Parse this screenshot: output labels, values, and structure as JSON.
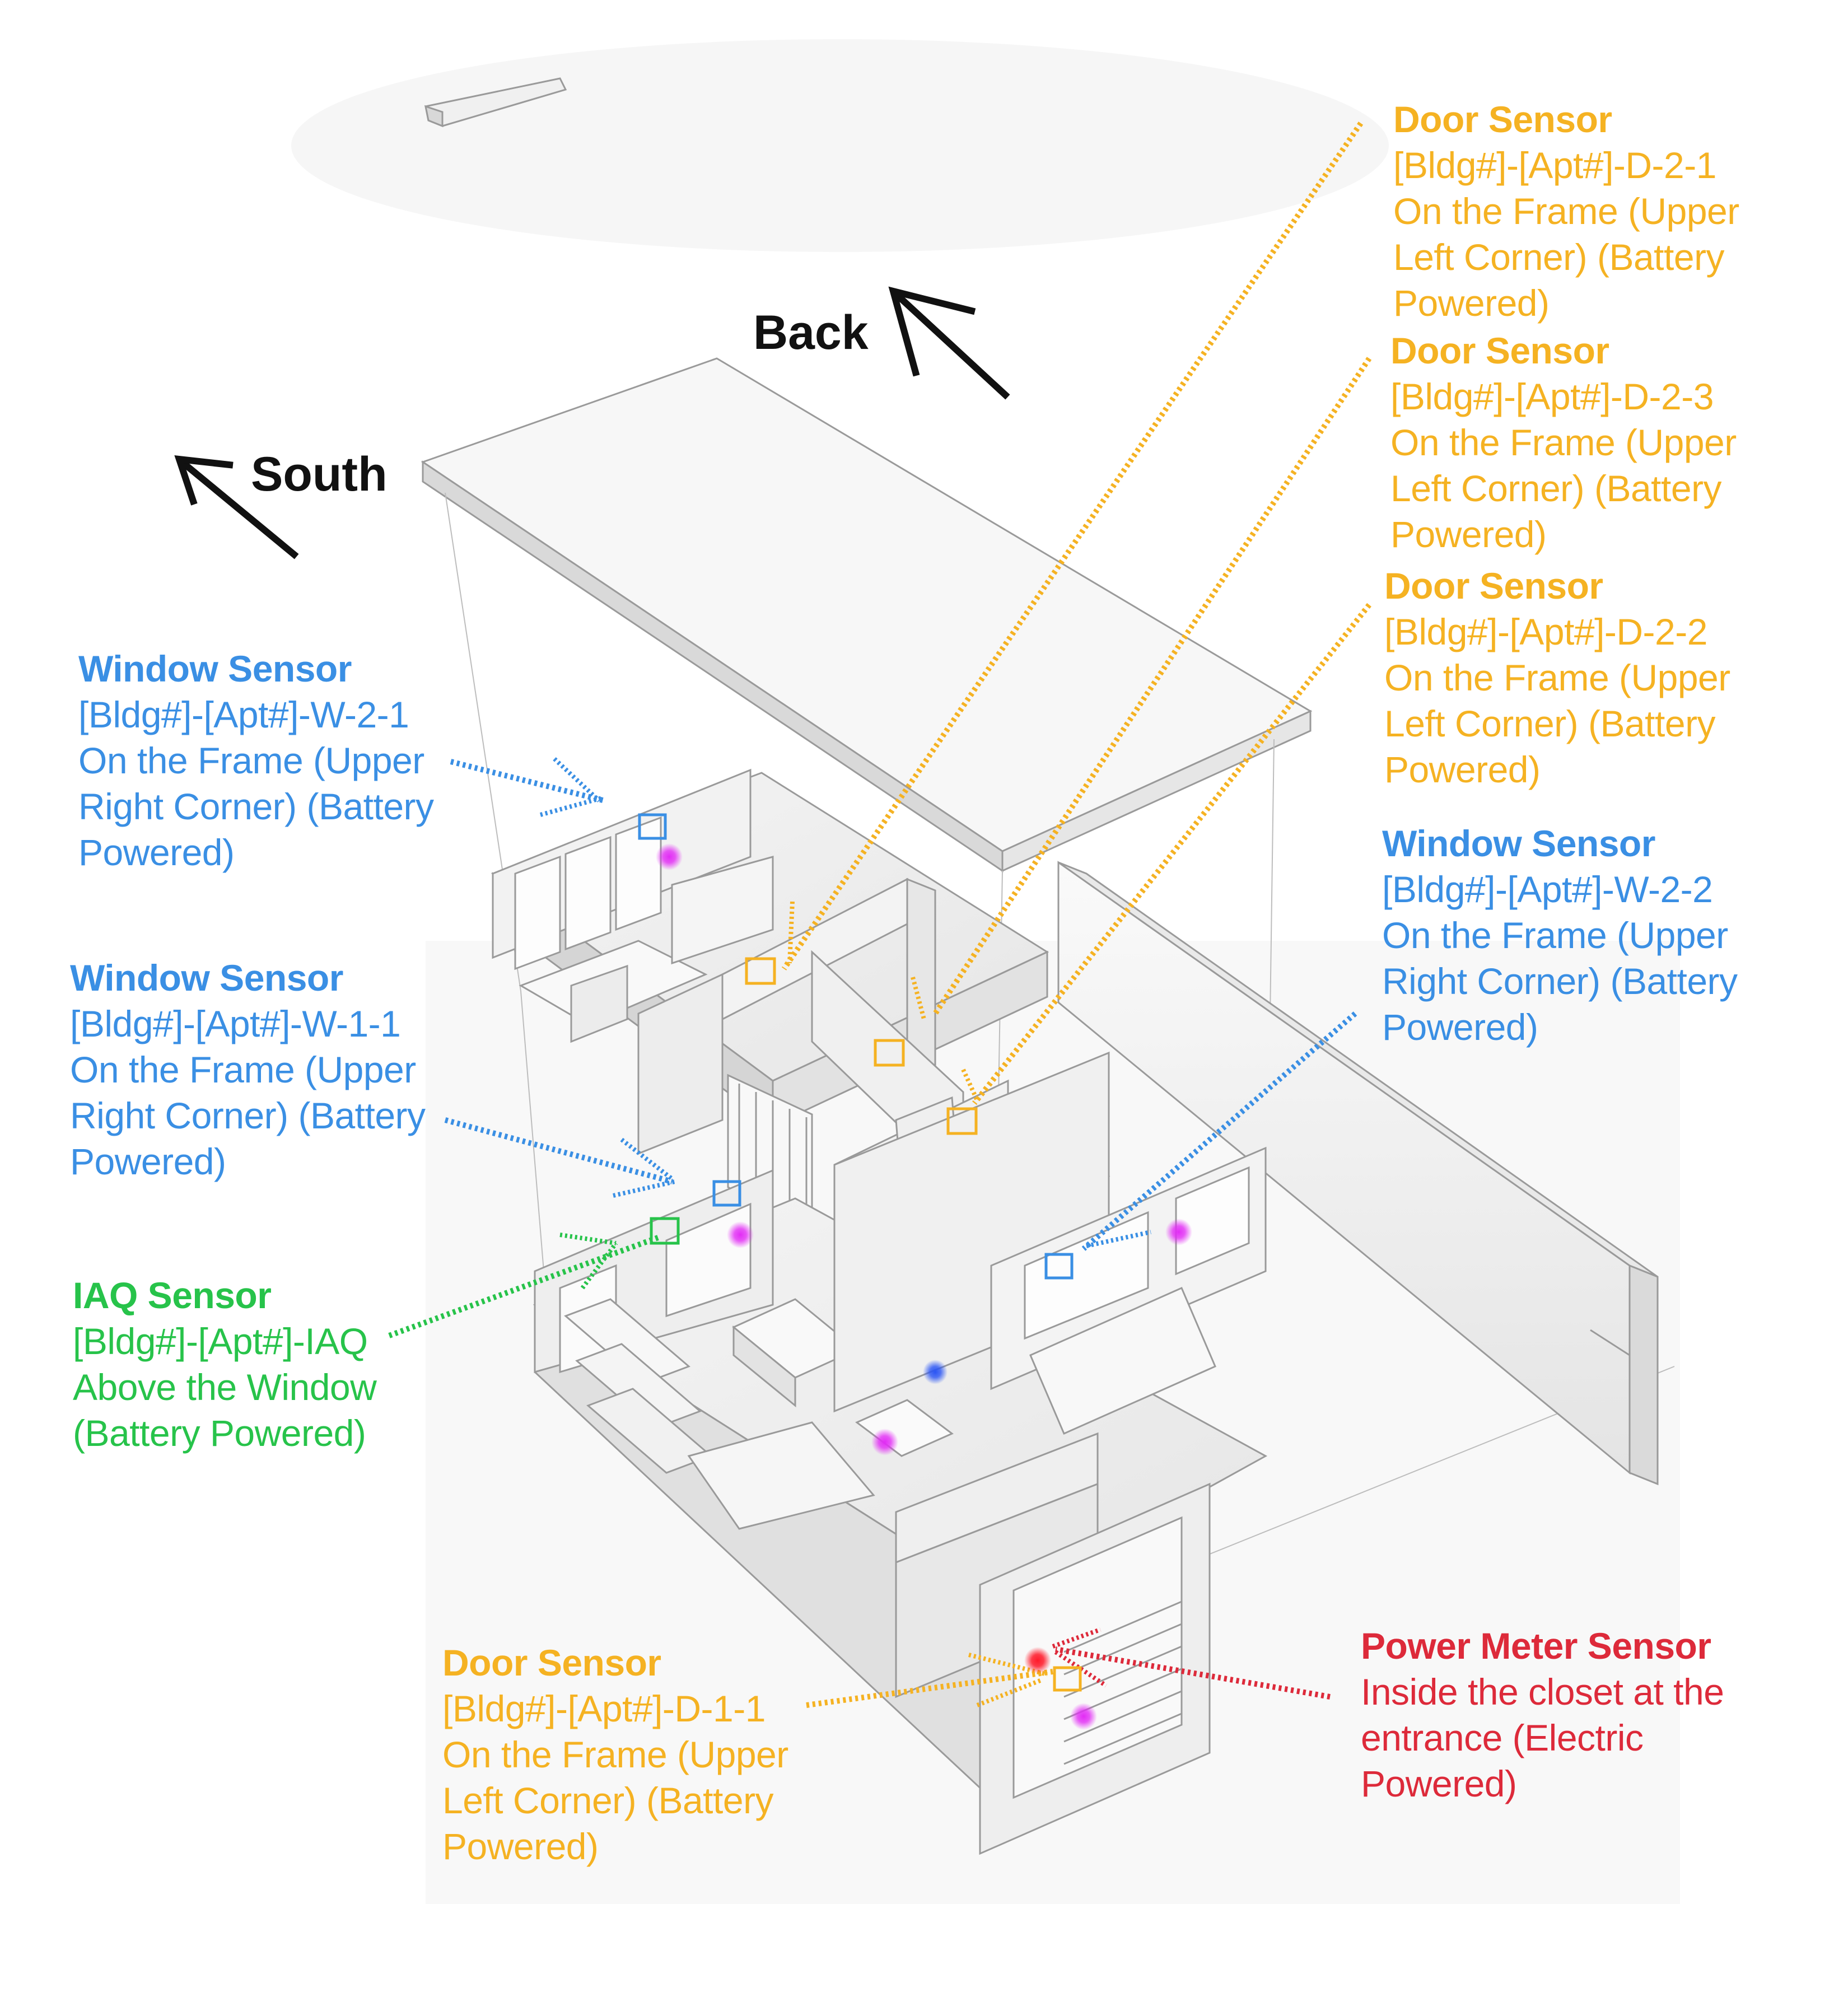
{
  "compass": {
    "back": "Back",
    "south": "South"
  },
  "labels": {
    "door_d21": {
      "title": "Door Sensor",
      "lines": [
        "[Bldg#]-[Apt#]-D-2-1",
        "On the Frame (Upper",
        "Left Corner) (Battery",
        "Powered)"
      ]
    },
    "door_d23": {
      "title": "Door Sensor",
      "lines": [
        "[Bldg#]-[Apt#]-D-2-3",
        "On the Frame (Upper",
        "Left Corner) (Battery",
        "Powered)"
      ]
    },
    "door_d22": {
      "title": "Door Sensor",
      "lines": [
        "[Bldg#]-[Apt#]-D-2-2",
        "On the Frame (Upper",
        "Left Corner) (Battery",
        "Powered)"
      ]
    },
    "window_w22": {
      "title": "Window Sensor",
      "lines": [
        "[Bldg#]-[Apt#]-W-2-2",
        "On the Frame (Upper",
        "Right Corner) (Battery",
        "Powered)"
      ]
    },
    "window_w21": {
      "title": "Window Sensor",
      "lines": [
        "[Bldg#]-[Apt#]-W-2-1",
        "On the Frame (Upper",
        "Right Corner) (Battery",
        "Powered)"
      ]
    },
    "window_w11": {
      "title": "Window Sensor",
      "lines": [
        "[Bldg#]-[Apt#]-W-1-1",
        "On the Frame (Upper",
        "Right Corner) (Battery",
        "Powered)"
      ]
    },
    "iaq": {
      "title": "IAQ Sensor",
      "lines": [
        "[Bldg#]-[Apt#]-IAQ",
        "Above the Window",
        "(Battery Powered)"
      ]
    },
    "door_d11": {
      "title": "Door Sensor",
      "lines": [
        "[Bldg#]-[Apt#]-D-1-1",
        "On the Frame (Upper",
        "Left Corner) (Battery",
        "Powered)"
      ]
    },
    "power_meter": {
      "title": "Power Meter Sensor",
      "lines": [
        "Inside the closet at the",
        "entrance (Electric",
        "Powered)"
      ]
    }
  },
  "colors": {
    "door": "#f5b222",
    "window": "#3a8fe4",
    "iaq": "#27c34a",
    "power": "#dd2a3a",
    "occupancy_dot": "#d63cf0",
    "hallway_dot": "#2f5cf2"
  }
}
